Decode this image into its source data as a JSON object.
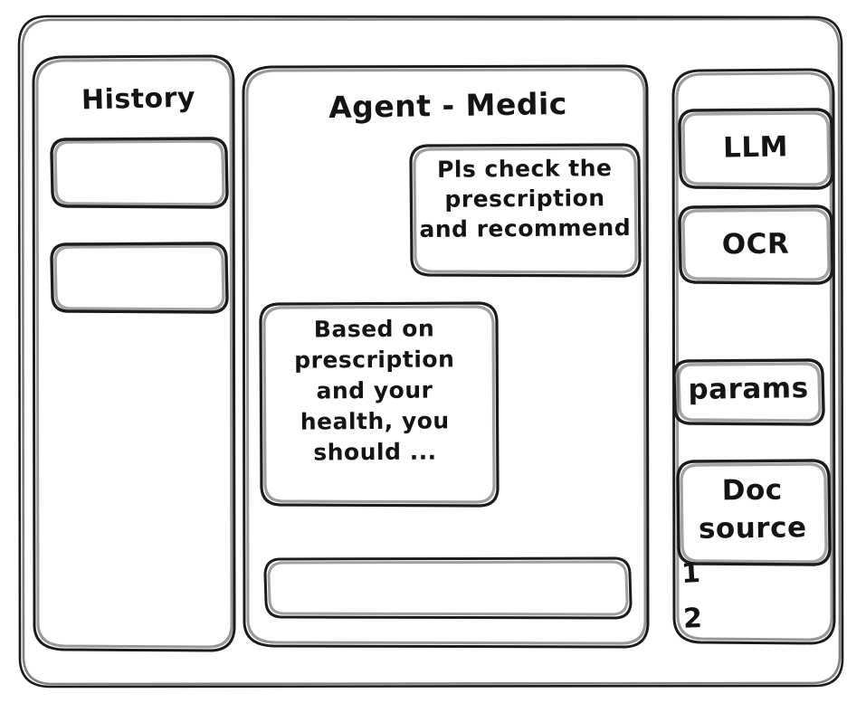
{
  "app": {
    "style": "hand-drawn wireframe",
    "background_color": "#ffffff",
    "stroke_color": "#1b1b1b"
  },
  "sidebar_left": {
    "title": "History",
    "items": [
      {
        "label": "",
        "name": "history-item-1"
      },
      {
        "label": "",
        "name": "history-item-2"
      }
    ]
  },
  "main": {
    "title": "Agent - Medic",
    "messages": [
      {
        "role": "user",
        "text": "Pls check the\nprescription\nand recommend",
        "align": "right"
      },
      {
        "role": "assistant",
        "text": "Based on\nprescription\nand your\nhealth, you\nshould ...",
        "align": "left"
      }
    ],
    "composer": {
      "value": "",
      "placeholder": ""
    }
  },
  "sidebar_right": {
    "tools": [
      {
        "label": "LLM"
      },
      {
        "label": "OCR"
      }
    ],
    "params": {
      "label": "params"
    },
    "doc_source": {
      "label": "Doc\nsource",
      "items": [
        "1",
        "2"
      ]
    }
  }
}
